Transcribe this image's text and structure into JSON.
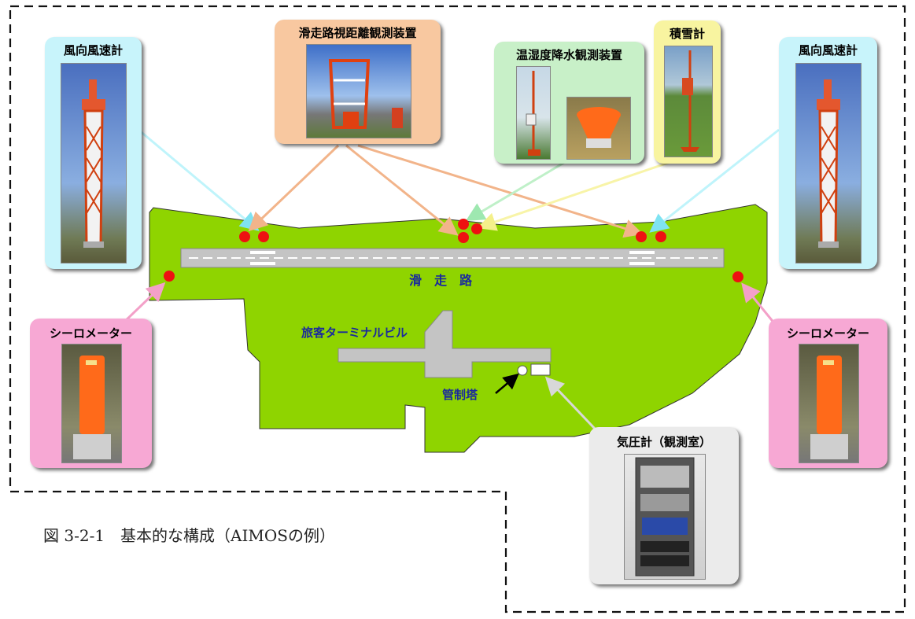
{
  "labels": {
    "wind_left": "風向風速計",
    "rvr": "滑走路視距離観測装置",
    "temp_hum": "温湿度降水観測装置",
    "snow": "積雪計",
    "wind_right": "風向風速計",
    "ceilo_left": "シーロメーター",
    "ceilo_right": "シーロメーター",
    "barometer": "気圧計（観測室）",
    "runway": "滑　走　路",
    "terminal": "旅客ターミナルビル",
    "tower": "管制塔"
  },
  "caption": "図 3-2-1　基本的な構成（AIMOSの例）",
  "colors": {
    "airport": "#8fd400",
    "sensor_dot": "#ee1111",
    "wind_box": "#c8f4fb",
    "rvr_box": "#f8c8a0",
    "temp_box": "#c8f0c8",
    "snow_box": "#f8f4a0",
    "ceilo_box": "#f7a8d4",
    "baro_box": "#ebebeb",
    "label_blue": "#1a2a9c"
  }
}
